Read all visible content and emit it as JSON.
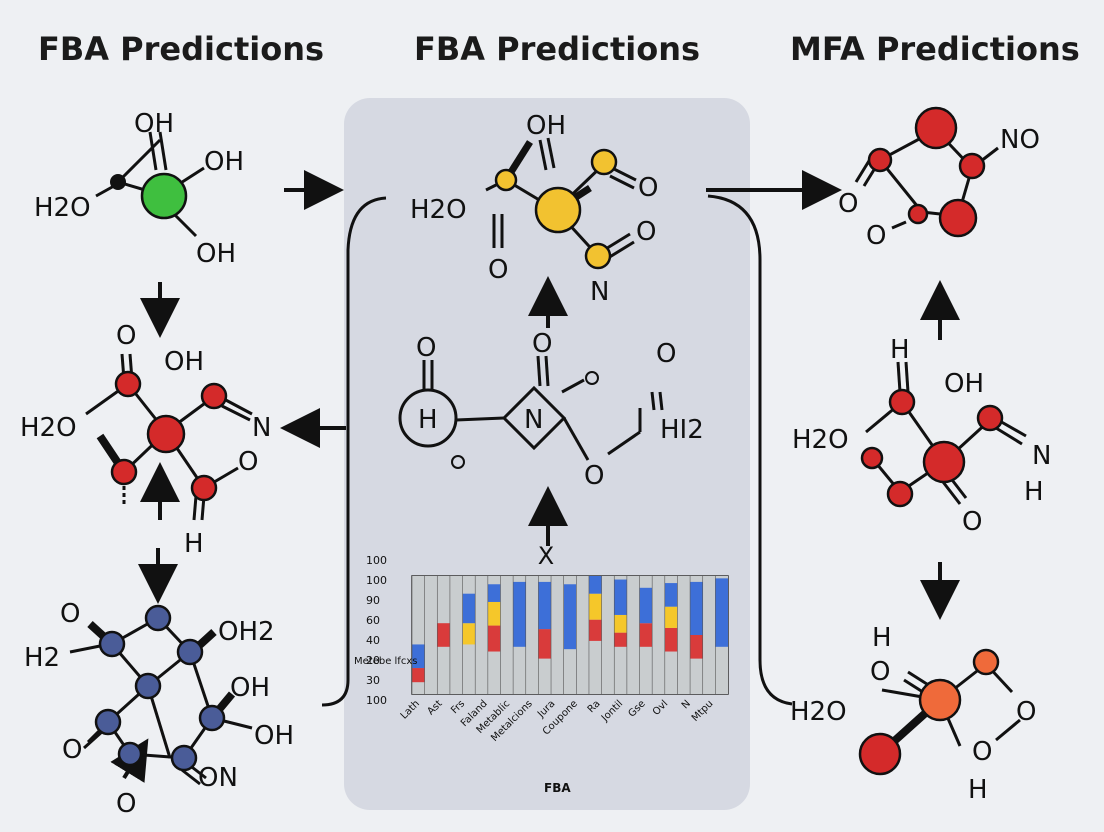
{
  "titles": {
    "left": "FBA Predictions",
    "middle": "FBA Predictions",
    "right": "MFA Predictions"
  },
  "colors": {
    "background": "#eef0f3",
    "panel": "#d6d9e2",
    "green_node": "#3fbf3f",
    "red_node": "#d42a2a",
    "yellow_node": "#f2c230",
    "blue_node": "#4a5c98",
    "orange_node": "#ef6a3a",
    "bar_blue": "#3d6fd8",
    "bar_red": "#d93b3b",
    "bar_yellow": "#f5c72a",
    "bar_grey": "#c9cdcf"
  },
  "mol_left_top": {
    "l1": "OH",
    "l2": "OH",
    "l3": "H2O",
    "l4": "OH"
  },
  "mol_left_mid": {
    "l1": "O",
    "l2": "OH",
    "l3": "H2O",
    "l4": "N",
    "l5": "O",
    "l6": "H"
  },
  "mol_left_bot": {
    "l1": "O",
    "l2": "OH2",
    "l3": "H2",
    "l4": "OH",
    "l5": "OH",
    "l6": "O",
    "l7": "ON",
    "l8": "O"
  },
  "mol_mid_top": {
    "l1": "OH",
    "l2": "H2O",
    "l3": "O",
    "l4": "O",
    "l5": "O",
    "l6": "N"
  },
  "mol_mid_mid": {
    "l1": "O",
    "l2": "O",
    "l3": "O",
    "l4": "H",
    "l5": "N",
    "l6": "O",
    "l7": "HI2"
  },
  "mol_right_top": {
    "l1": "NO",
    "l2": "O",
    "l3": "O"
  },
  "mol_right_mid": {
    "l1": "H",
    "l2": "OH",
    "l3": "H2O",
    "l4": "N",
    "l5": "H",
    "l6": "O"
  },
  "mol_right_bot": {
    "l1": "H",
    "l2": "O",
    "l3": "H2O",
    "l4": "O",
    "l5": "O",
    "l6": "H"
  },
  "arrow_label": "X",
  "chart_data": {
    "type": "bar",
    "stacked": true,
    "xlabel": "FBA",
    "ylabel": "Metebe lfcxs",
    "y_tick_labels": [
      "100",
      "100",
      "90",
      "60",
      "40",
      "20",
      "30",
      "100"
    ],
    "categories": [
      "Lath",
      "Ast",
      "Frs",
      "Faland",
      "Metablic",
      "Metalcions",
      "Jura",
      "Coupone",
      "Ra",
      "Jontil",
      "Gse",
      "Ovl",
      "N",
      "Mtpu"
    ],
    "series": [
      {
        "color": "#c9cdcf",
        "values": [
          10,
          0,
          40,
          0,
          42,
          0,
          36,
          0,
          40,
          0,
          30,
          0,
          38,
          0,
          45,
          0,
          40,
          0,
          40,
          0,
          36,
          0,
          30,
          0,
          40
        ]
      },
      {
        "color": "#d93b3b",
        "values": [
          12,
          0,
          20,
          0,
          0,
          0,
          22,
          0,
          0,
          0,
          25,
          0,
          0,
          0,
          18,
          0,
          12,
          0,
          20,
          0,
          20,
          0,
          20,
          0,
          0
        ]
      },
      {
        "color": "#f5c72a",
        "values": [
          0,
          0,
          0,
          0,
          18,
          0,
          20,
          0,
          0,
          0,
          0,
          0,
          0,
          0,
          22,
          0,
          15,
          0,
          0,
          0,
          18,
          0,
          0,
          0,
          0
        ]
      },
      {
        "color": "#3d6fd8",
        "values": [
          20,
          0,
          0,
          0,
          25,
          0,
          15,
          0,
          55,
          0,
          40,
          0,
          55,
          0,
          15,
          0,
          30,
          0,
          30,
          0,
          20,
          0,
          45,
          0,
          58
        ]
      }
    ]
  }
}
